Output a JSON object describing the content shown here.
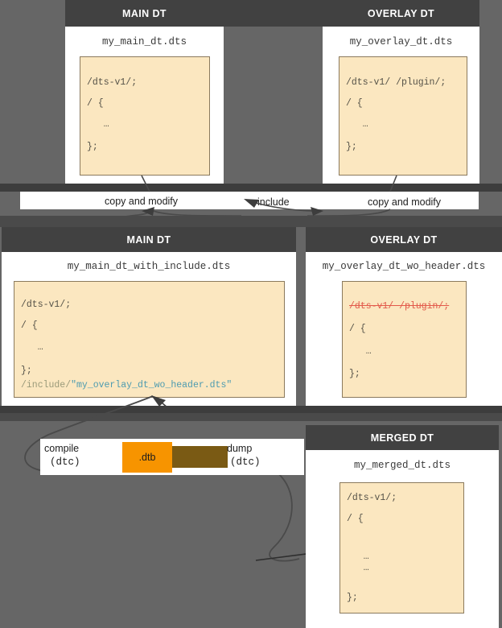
{
  "background": {
    "page": "#666666",
    "header": "#414141",
    "code_bg": "#fbe7c0",
    "code_border": "#8b7a5d",
    "accent_orange": "#F79400",
    "strike_red": "#e2594a",
    "include_blue": "#4d9bb0"
  },
  "row1": {
    "main": {
      "title": "MAIN DT",
      "filename": "my_main_dt.dts",
      "code": [
        "/dts-v1/;",
        "/ {",
        "   …",
        "};"
      ]
    },
    "overlay": {
      "title": "OVERLAY DT",
      "filename": "my_overlay_dt.dts",
      "code": [
        "/dts-v1/ /plugin/;",
        "/ {",
        "   …",
        "};"
      ]
    }
  },
  "connectors": {
    "copy_modify_left": "copy and modify",
    "include": "include",
    "copy_modify_right": "copy and modify"
  },
  "row2": {
    "main": {
      "title": "MAIN DT",
      "filename": "my_main_dt_with_include.dts",
      "code": [
        "/dts-v1/;",
        "/ {",
        "   …",
        "};"
      ],
      "include_keyword": "/include/",
      "include_target": "\"my_overlay_dt_wo_header.dts\""
    },
    "overlay": {
      "title": "OVERLAY DT",
      "filename": "my_overlay_dt_wo_header.dts",
      "code_struck": "/dts-v1/ /plugin/;",
      "code": [
        "/ {",
        "   …",
        "};"
      ]
    }
  },
  "pipeline": {
    "compile_label": "compile",
    "compile_tool": "(dtc)",
    "artifact": ".dtb",
    "dump_label": "dump",
    "dump_tool": "(dtc)"
  },
  "row3": {
    "merged": {
      "title": "MERGED DT",
      "filename": "my_merged_dt.dts",
      "code": [
        "/dts-v1/",
        "/ {",
        "   …",
        "   …",
        "};"
      ],
      "code_first": "/dts-v1/;"
    }
  }
}
